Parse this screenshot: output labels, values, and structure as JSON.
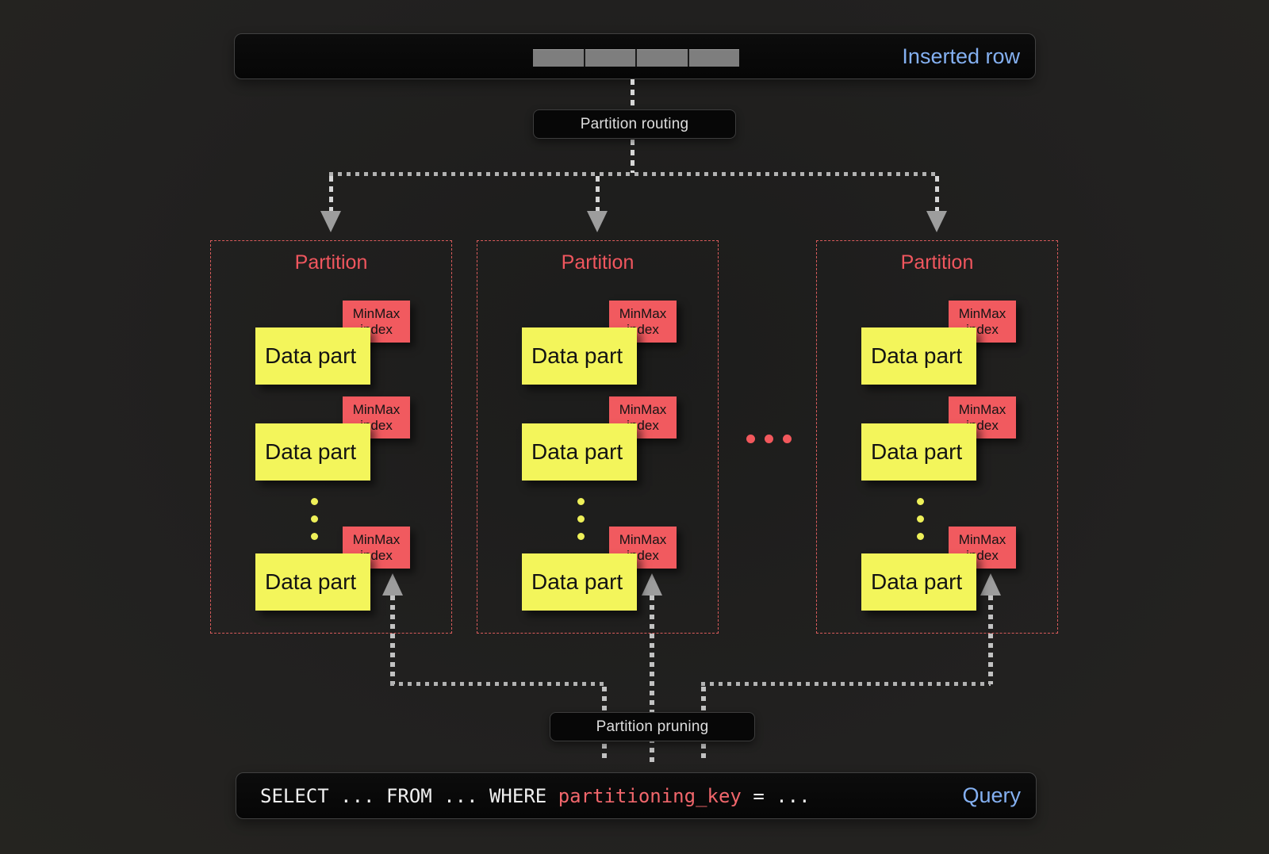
{
  "colors": {
    "background": "#222120",
    "accent_blue": "#84b0f1",
    "partition_red": "#ef565c",
    "data_part_yellow": "#f3f55b",
    "minmax_red": "#f15a5f",
    "connector_gray": "#bdbdbd",
    "segment_gray": "#7e7e7e"
  },
  "inserted_row_bar": {
    "label": "Inserted row",
    "segment_count": 4
  },
  "labels": {
    "routing": "Partition routing",
    "pruning": "Partition pruning"
  },
  "partitions": [
    {
      "title": "Partition",
      "data_parts": [
        {
          "label": "Data part",
          "tag": [
            "MinMax",
            "index"
          ]
        },
        {
          "label": "Data part",
          "tag": [
            "MinMax",
            "index"
          ]
        },
        {
          "label": "Data part",
          "tag": [
            "MinMax",
            "index"
          ]
        }
      ]
    },
    {
      "title": "Partition",
      "data_parts": [
        {
          "label": "Data part",
          "tag": [
            "MinMax",
            "index"
          ]
        },
        {
          "label": "Data part",
          "tag": [
            "MinMax",
            "index"
          ]
        },
        {
          "label": "Data part",
          "tag": [
            "MinMax",
            "index"
          ]
        }
      ]
    },
    {
      "title": "Partition",
      "data_parts": [
        {
          "label": "Data part",
          "tag": [
            "MinMax",
            "index"
          ]
        },
        {
          "label": "Data part",
          "tag": [
            "MinMax",
            "index"
          ]
        },
        {
          "label": "Data part",
          "tag": [
            "MinMax",
            "index"
          ]
        }
      ]
    }
  ],
  "query_bar": {
    "sql_prefix": "SELECT ... FROM ... WHERE ",
    "sql_key": "partitioning_key",
    "sql_suffix": " = ...",
    "label": "Query"
  }
}
